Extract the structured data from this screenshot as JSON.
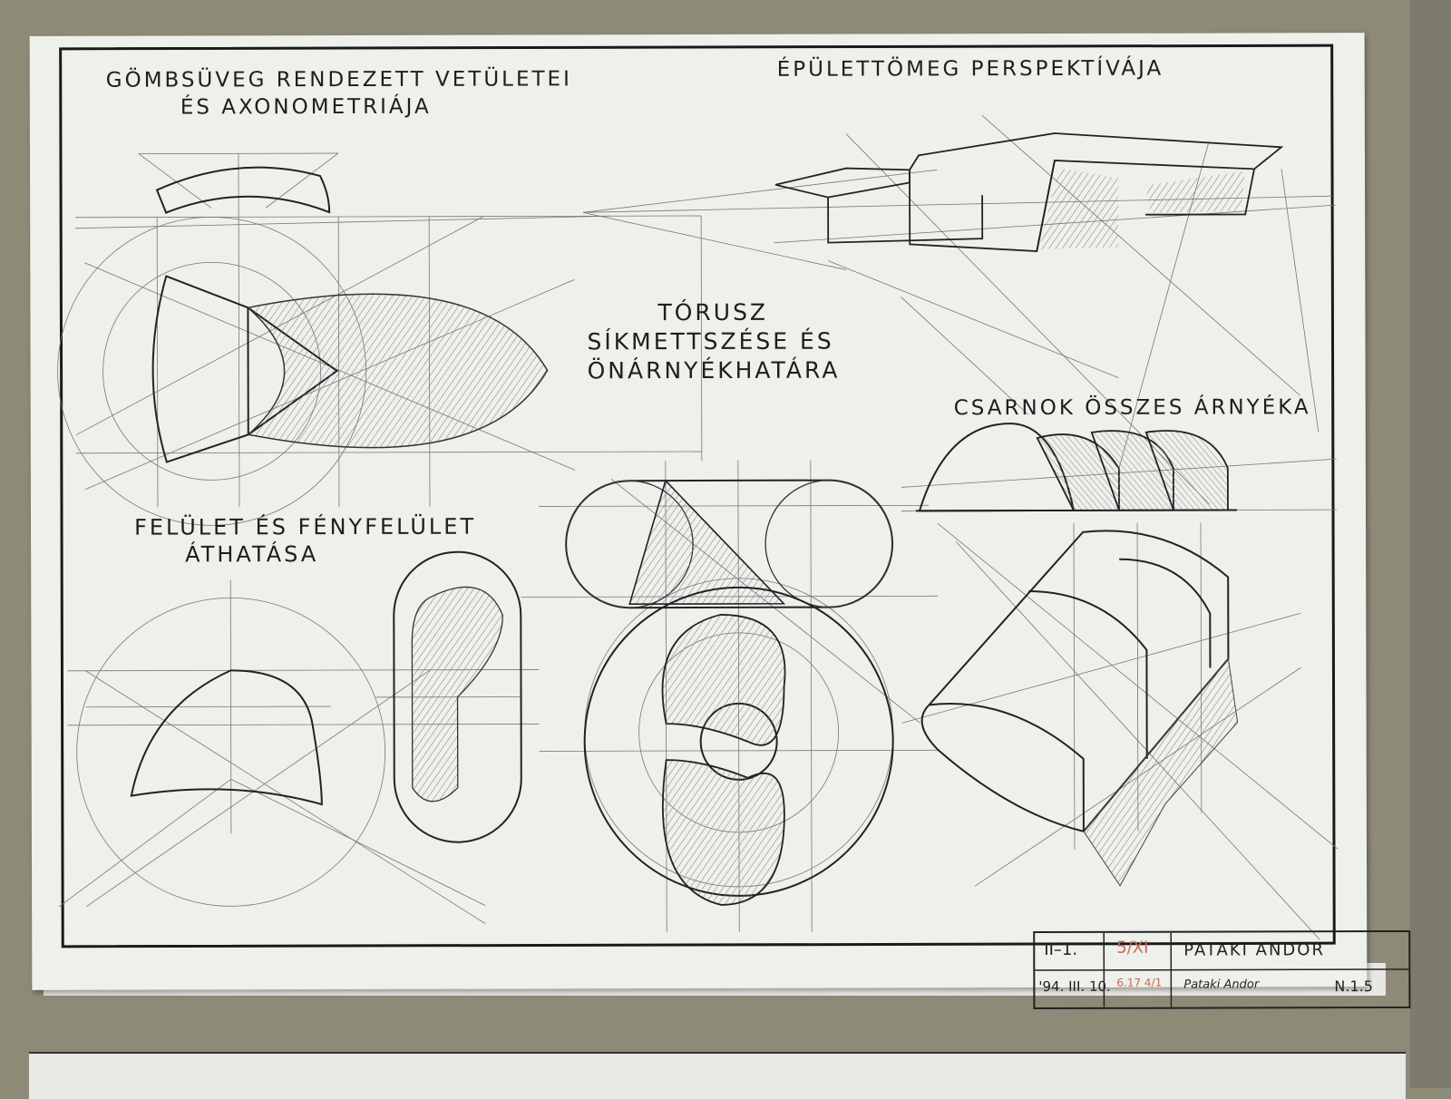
{
  "titles": {
    "gombsuveg_line1": "GÖMBSÜVEG RENDEZETT VETÜLETEI",
    "gombsuveg_line2": "ÉS AXONOMETRIÁJA",
    "epulettomeg": "ÉPÜLETTÖMEG PERSPEKTÍVÁJA",
    "torusz_line1": "TÓRUSZ",
    "torusz_line2": "SÍKMETTSZÉSE ÉS",
    "torusz_line3": "ÖNÁRNYÉKHATÁRA",
    "csarnok": "CSARNOK ÖSSZES ÁRNYÉKA",
    "felulet_line1": "FELÜLET ÉS FÉNYFELÜLET",
    "felulet_line2": "ÁTHATÁSA"
  },
  "title_block": {
    "class_code": "II–1.",
    "grade": "5/XI",
    "date": "'94. III. 10.",
    "check": "6.17 4/1",
    "author": "PATAKI ANDOR",
    "signature": "Pataki Andor",
    "sheet_number": "N.1.5"
  },
  "colors": {
    "wall": "#8e8a78",
    "paper": "#eef0ec",
    "ink": "#222222",
    "pencil": "#7a7a7a",
    "hatch": "#8a8a8a",
    "red_pencil": "#c86a50"
  }
}
